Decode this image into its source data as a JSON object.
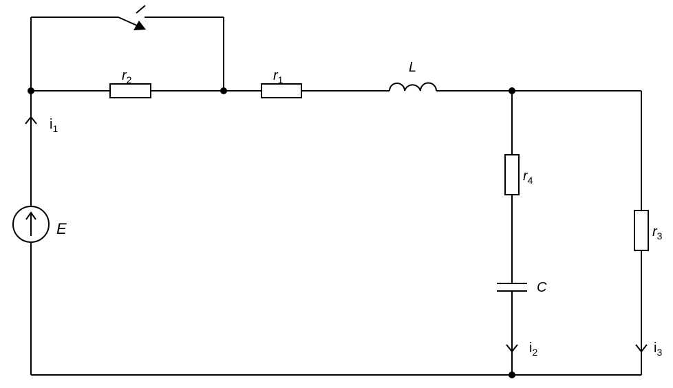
{
  "diagram": {
    "type": "electrical-circuit",
    "colors": {
      "wire": "#000000",
      "background": "#ffffff"
    },
    "components": {
      "source_E": {
        "kind": "voltage-source",
        "label": "E"
      },
      "resistor_r1": {
        "kind": "resistor",
        "label": "r",
        "subscript": "1"
      },
      "resistor_r2": {
        "kind": "resistor",
        "label": "r",
        "subscript": "2"
      },
      "resistor_r3": {
        "kind": "resistor",
        "label": "r",
        "subscript": "3"
      },
      "resistor_r4": {
        "kind": "resistor",
        "label": "r",
        "subscript": "4"
      },
      "inductor_L": {
        "kind": "inductor",
        "label": "L"
      },
      "capacitor_C": {
        "kind": "capacitor",
        "label": "C"
      },
      "switch": {
        "kind": "switch",
        "state": "closing",
        "label": ""
      }
    },
    "currents": {
      "i1": {
        "label": "i",
        "subscript": "1"
      },
      "i2": {
        "label": "i",
        "subscript": "2"
      },
      "i3": {
        "label": "i",
        "subscript": "3"
      }
    }
  }
}
